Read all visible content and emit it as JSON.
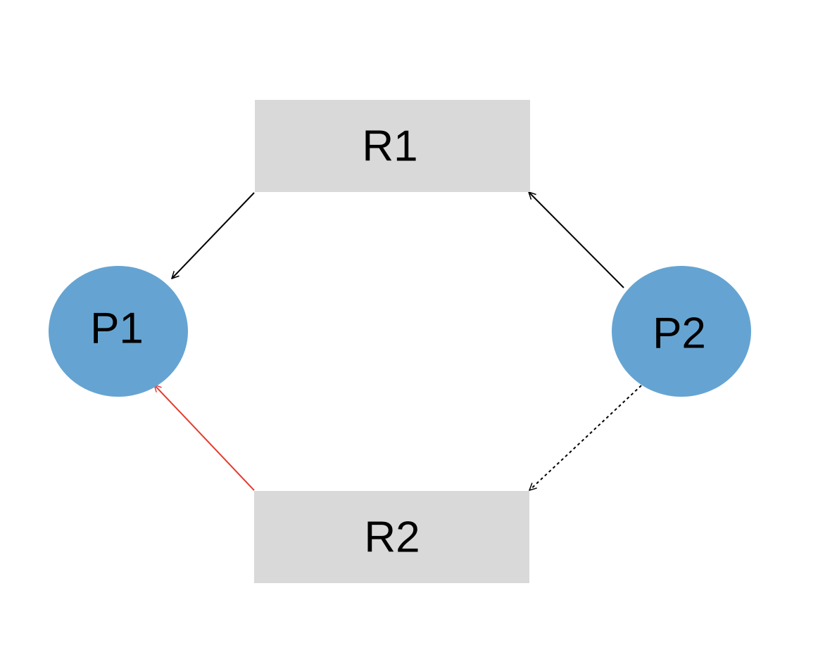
{
  "nodes": {
    "r1": {
      "label": "R1",
      "kind": "resource",
      "fill": "#d9d9d9"
    },
    "r2": {
      "label": "R2",
      "kind": "resource",
      "fill": "#d9d9d9"
    },
    "p1": {
      "label": "P1",
      "kind": "process",
      "fill": "#65a4d2"
    },
    "p2": {
      "label": "P2",
      "kind": "process",
      "fill": "#65a4d2"
    }
  },
  "edges": [
    {
      "from": "R1",
      "to": "P1",
      "style": "solid",
      "color": "#000000"
    },
    {
      "from": "P2",
      "to": "R1",
      "style": "solid",
      "color": "#000000"
    },
    {
      "from": "P2",
      "to": "R2",
      "style": "dashed",
      "color": "#000000"
    },
    {
      "from": "R2",
      "to": "P1",
      "style": "solid",
      "color": "#e53a2e"
    }
  ]
}
